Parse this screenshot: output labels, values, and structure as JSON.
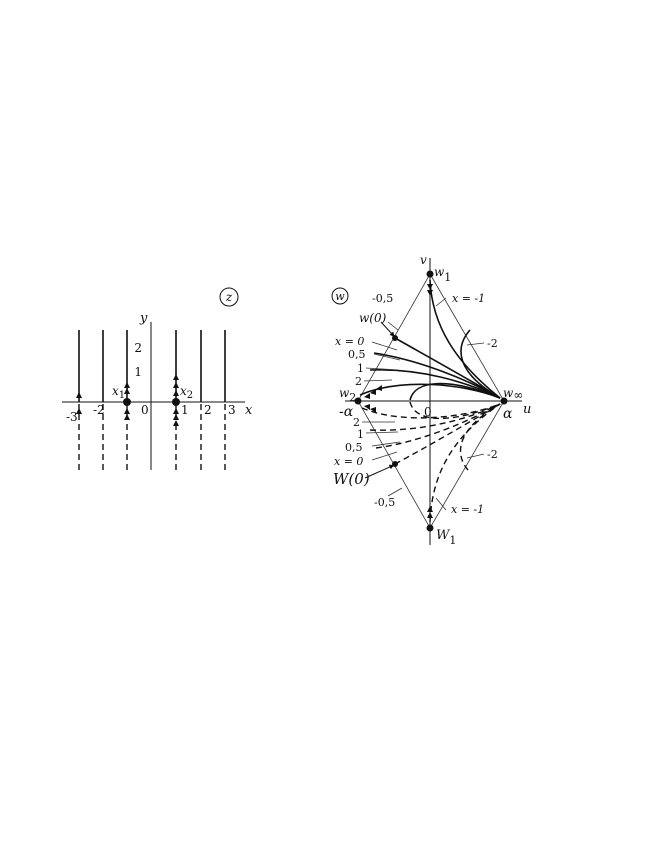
{
  "z_plane": {
    "badge": "z",
    "y_axis": "y",
    "x_axis": "x",
    "tick_y": [
      "2",
      "1"
    ],
    "tick_x": [
      "-3",
      "-2",
      "0",
      "1",
      "2",
      "3"
    ],
    "x1": "x",
    "x1_sub": "1",
    "x2": "x",
    "x2_sub": "2"
  },
  "w_plane": {
    "badge": "w",
    "v_axis": "v",
    "u_axis": "u",
    "zero": "0",
    "w1": "w",
    "w1_sub": "1",
    "W1": "W",
    "W1_sub": "1",
    "w2": "w",
    "w2_sub": "2",
    "w_inf": "w",
    "w_inf_sub": "∞",
    "alpha_neg": "-α",
    "alpha_pos": "α",
    "w0": "w(0)",
    "W0": "W(0)",
    "upper_labels": [
      "-0,5",
      "x = -1",
      "x = 0",
      "0,5",
      "1",
      "2",
      "-2"
    ],
    "lower_labels": [
      "2",
      "1",
      "0,5",
      "x = 0",
      "-2",
      "-0,5",
      "x = -1"
    ]
  }
}
